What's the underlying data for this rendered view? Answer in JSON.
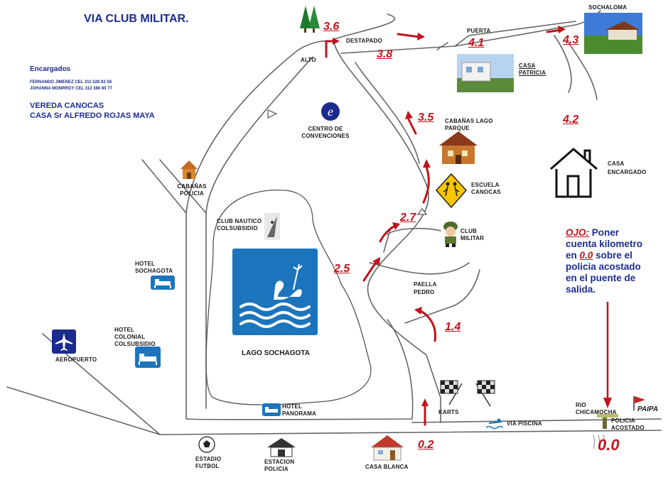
{
  "title": "VIA CLUB MILITAR.",
  "contacts": {
    "heading": "Encargados",
    "lines": [
      "FERNANDO JIMENEZ   CEL 311 528 83 59",
      "JOHANNA MONRROY   CEL 312 380 80 77"
    ]
  },
  "location": {
    "line1": "VEREDA CANOCAS",
    "line2": "CASA Sr ALFREDO ROJAS MAYA"
  },
  "places": {
    "alto": "ALTO",
    "destapado": "DESTAPADO",
    "puerta": "PUERTA",
    "sochaloma": "SOCHALOMA",
    "casa_patricia": "CASA PATRICIA",
    "centro_convenciones": "CENTRO DE CONVENCIONES",
    "cabanas_lago_parque": "CABAÑAS LAGO PARQUE",
    "escuela_canocas": "ESCUELA CANOCAS",
    "cabanas_policia": "CABAÑAS POLICIA",
    "club_nautico": "CLUB NAUTICO COLSUBSIDIO",
    "club_militar": "CLUB MILITAR",
    "casa_encargado": "CASA ENCARGADO",
    "hotel_sochagota": "HOTEL SOCHAGOTA",
    "hotel_colonial": "HOTEL COLONIAL COLSUBSIDIO",
    "aeropuerto": "AEROPUERTO",
    "lago_sochagota": "LAGO SOCHAGOTA",
    "paella_pedro": "PAELLA PEDRO",
    "hotel_panorama": "HOTEL PANORAMA",
    "karts": "KARTS",
    "via_piscina": "VIA PISCINA",
    "rio_chicamocha": "RIO CHICAMOCHA",
    "paipa": "PAIPA",
    "policia_acostado": "POLICIA ACOSTADO",
    "estadio_futbol": "ESTADIO FUTBOL",
    "estacion_policia": "ESTACION POLICIA",
    "casa_blanca": "CASA BLANCA"
  },
  "km_markers": {
    "k36": "3.6",
    "k38": "3.8",
    "k41": "4.1",
    "k43": "4.3",
    "k42": "4.2",
    "k35": "3.5",
    "k27": "2.7",
    "k25": "2.5",
    "k14": "1.4",
    "k02": "0.2",
    "k00": "0.0"
  },
  "note": {
    "ojo": "OJO:",
    "line1": "Poner",
    "line2": "cuenta kilometro",
    "line3_pre": "en",
    "line3_red": "0.0",
    "line3_post": "sobre el",
    "line4": "policia acostado",
    "line5": "en el puente de",
    "line6": "salida."
  },
  "colors": {
    "km_red": "#c0141a",
    "navy": "#1c2b8f",
    "lake_blue": "#1c75bc",
    "road": "#666666"
  },
  "icons": {
    "route_arrows": "red-arrow-icon",
    "house": "house-icon",
    "airplane": "airplane-icon",
    "bed": "bed-sign-icon",
    "swan": "swan-lake-icon"
  }
}
